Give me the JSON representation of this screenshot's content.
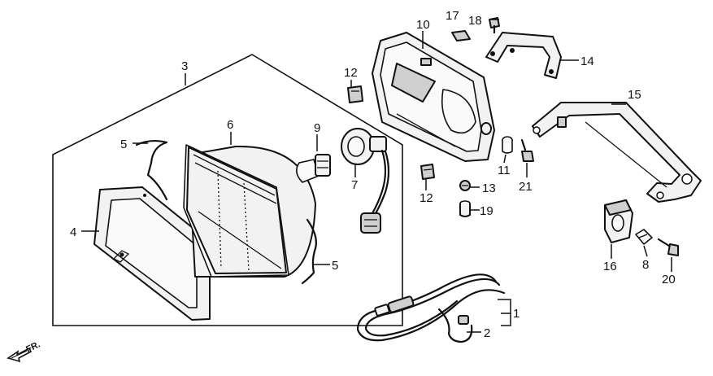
{
  "callouts": {
    "c1": "1",
    "c2": "2",
    "c3": "3",
    "c4": "4",
    "c5a": "5",
    "c5b": "5",
    "c6": "6",
    "c7": "7",
    "c8": "8",
    "c9": "9",
    "c10": "10",
    "c11": "11",
    "c12a": "12",
    "c12b": "12",
    "c13": "13",
    "c14": "14",
    "c15": "15",
    "c16": "16",
    "c17": "17",
    "c18": "18",
    "c19": "19",
    "c20": "20",
    "c21": "21"
  },
  "direction_marker": {
    "label": "FR.",
    "icon": "arrow-left-icon"
  },
  "colors": {
    "line": "#111111",
    "background": "#ffffff"
  }
}
